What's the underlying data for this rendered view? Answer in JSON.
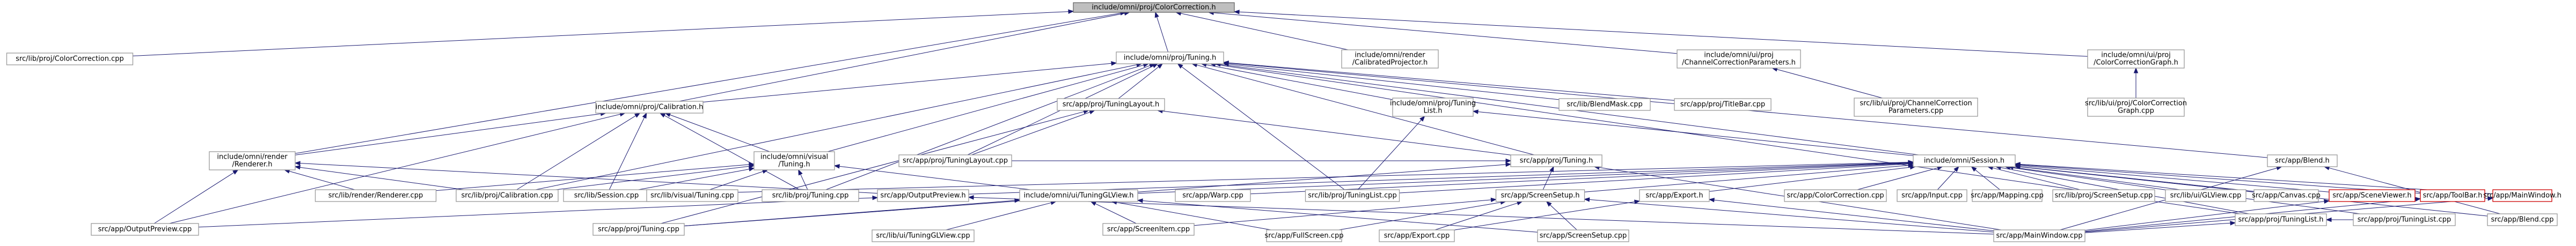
{
  "diagram": {
    "colors": {
      "edge": "#191970",
      "node_border": "#999999",
      "focus_fill": "#bfbfbf",
      "truncated_border": "#cc0000"
    },
    "nodes": [
      {
        "id": "n_cc_h",
        "label": [
          "include/omni/proj/ColorCorrection.h"
        ],
        "kind": "focus"
      },
      {
        "id": "n_lib_cc",
        "label": [
          "src/lib/proj/ColorCorrection.cpp"
        ]
      },
      {
        "id": "n_tuning_h",
        "label": [
          "include/omni/proj/Tuning.h"
        ]
      },
      {
        "id": "n_calproj",
        "label": [
          "include/omni/render",
          "/CalibratedProjector.h"
        ]
      },
      {
        "id": "n_ccp_h",
        "label": [
          "include/omni/ui/proj",
          "/ChannelCorrectionParameters.h"
        ]
      },
      {
        "id": "n_ccg_h",
        "label": [
          "include/omni/ui/proj",
          "/ColorCorrectionGraph.h"
        ]
      },
      {
        "id": "n_calib_h",
        "label": [
          "include/omni/proj/Calibration.h"
        ]
      },
      {
        "id": "n_tlayout_h",
        "label": [
          "src/app/proj/TuningLayout.h"
        ]
      },
      {
        "id": "n_tlist_h",
        "label": [
          "include/omni/proj/Tuning",
          "List.h"
        ]
      },
      {
        "id": "n_blendmask",
        "label": [
          "src/lib/BlendMask.cpp"
        ]
      },
      {
        "id": "n_titlebar",
        "label": [
          "src/app/proj/TitleBar.cpp"
        ]
      },
      {
        "id": "n_ui_ccp_cpp",
        "label": [
          "src/lib/ui/proj/ChannelCorrection",
          "Parameters.cpp"
        ]
      },
      {
        "id": "n_ui_ccg_cpp",
        "label": [
          "src/lib/ui/proj/ColorCorrection",
          "Graph.cpp"
        ]
      },
      {
        "id": "n_renderer_h",
        "label": [
          "include/omni/render",
          "/Renderer.h"
        ]
      },
      {
        "id": "n_visual_h",
        "label": [
          "include/omni/visual",
          "/Tuning.h"
        ]
      },
      {
        "id": "n_tlayout_cpp",
        "label": [
          "src/app/proj/TuningLayout.cpp"
        ]
      },
      {
        "id": "n_app_tuning_h",
        "label": [
          "src/app/proj/Tuning.h"
        ]
      },
      {
        "id": "n_session_h",
        "label": [
          "include/omni/Session.h"
        ]
      },
      {
        "id": "n_app_blend_h",
        "label": [
          "src/app/Blend.h"
        ]
      },
      {
        "id": "n_render_cpp",
        "label": [
          "src/lib/render/Renderer.cpp"
        ]
      },
      {
        "id": "n_lib_calib",
        "label": [
          "src/lib/proj/Calibration.cpp"
        ]
      },
      {
        "id": "n_lib_session",
        "label": [
          "src/lib/Session.cpp"
        ]
      },
      {
        "id": "n_lib_vtuning",
        "label": [
          "src/lib/visual/Tuning.cpp"
        ]
      },
      {
        "id": "n_lib_tuning",
        "label": [
          "src/lib/proj/Tuning.cpp"
        ]
      },
      {
        "id": "n_outprev_h",
        "label": [
          "src/app/OutputPreview.h"
        ]
      },
      {
        "id": "n_tglview_h",
        "label": [
          "include/omni/ui/TuningGLView.h"
        ]
      },
      {
        "id": "n_warp",
        "label": [
          "src/app/Warp.cpp"
        ]
      },
      {
        "id": "n_lib_tlist",
        "label": [
          "src/lib/proj/TuningList.cpp"
        ]
      },
      {
        "id": "n_screensetup_h",
        "label": [
          "src/app/ScreenSetup.h"
        ]
      },
      {
        "id": "n_export_h",
        "label": [
          "src/app/Export.h"
        ]
      },
      {
        "id": "n_colorcorr",
        "label": [
          "src/app/ColorCorrection.cpp"
        ]
      },
      {
        "id": "n_input",
        "label": [
          "src/app/Input.cpp"
        ]
      },
      {
        "id": "n_mapping",
        "label": [
          "src/app/Mapping.cpp"
        ]
      },
      {
        "id": "n_lib_screensetup",
        "label": [
          "src/lib/proj/ScreenSetup.cpp"
        ]
      },
      {
        "id": "n_glview",
        "label": [
          "src/lib/ui/GLView.cpp"
        ]
      },
      {
        "id": "n_canvas",
        "label": [
          "src/app/Canvas.cpp"
        ]
      },
      {
        "id": "n_sceneviewer_h",
        "label": [
          "src/app/SceneViewer.h"
        ],
        "kind": "trunc"
      },
      {
        "id": "n_toolbar_h",
        "label": [
          "src/app/ToolBar.h"
        ],
        "kind": "trunc"
      },
      {
        "id": "n_mainwindow_h",
        "label": [
          "src/app/MainWindow.h"
        ],
        "kind": "trunc"
      },
      {
        "id": "n_app_tlist_cpp",
        "label": [
          "src/app/proj/TuningList.cpp"
        ]
      },
      {
        "id": "n_app_tlist_h",
        "label": [
          "src/app/proj/TuningList.h"
        ]
      },
      {
        "id": "n_blend_cpp",
        "label": [
          "src/app/Blend.cpp"
        ]
      },
      {
        "id": "n_outprev_cpp",
        "label": [
          "src/app/OutputPreview.cpp"
        ]
      },
      {
        "id": "n_app_tuning_cpp",
        "label": [
          "src/app/proj/Tuning.cpp"
        ]
      },
      {
        "id": "n_ui_tglview_cpp",
        "label": [
          "src/lib/ui/TuningGLView.cpp"
        ]
      },
      {
        "id": "n_screenitem",
        "label": [
          "src/app/ScreenItem.cpp"
        ]
      },
      {
        "id": "n_fullscreen",
        "label": [
          "src/app/FullScreen.cpp"
        ]
      },
      {
        "id": "n_export_cpp",
        "label": [
          "src/app/Export.cpp"
        ]
      },
      {
        "id": "n_screensetup_cpp",
        "label": [
          "src/app/ScreenSetup.cpp"
        ]
      },
      {
        "id": "n_mainwindow_cpp",
        "label": [
          "src/app/MainWindow.cpp"
        ]
      }
    ],
    "edges": [
      [
        "n_lib_cc",
        "n_cc_h"
      ],
      [
        "n_tuning_h",
        "n_cc_h"
      ],
      [
        "n_calproj",
        "n_cc_h"
      ],
      [
        "n_ccp_h",
        "n_cc_h"
      ],
      [
        "n_ccg_h",
        "n_cc_h"
      ],
      [
        "n_calib_h",
        "n_cc_h"
      ],
      [
        "n_renderer_h",
        "n_cc_h"
      ],
      [
        "n_calib_h",
        "n_tuning_h"
      ],
      [
        "n_tlayout_h",
        "n_tuning_h"
      ],
      [
        "n_tlist_h",
        "n_tuning_h"
      ],
      [
        "n_blendmask",
        "n_tuning_h"
      ],
      [
        "n_titlebar",
        "n_tuning_h"
      ],
      [
        "n_app_tuning_h",
        "n_tuning_h"
      ],
      [
        "n_session_h",
        "n_tuning_h"
      ],
      [
        "n_app_blend_h",
        "n_tuning_h"
      ],
      [
        "n_visual_h",
        "n_tuning_h"
      ],
      [
        "n_tlayout_cpp",
        "n_tuning_h"
      ],
      [
        "n_lib_tuning",
        "n_tuning_h"
      ],
      [
        "n_lib_calib",
        "n_tuning_h"
      ],
      [
        "n_lib_tlist",
        "n_tuning_h"
      ],
      [
        "n_app_tlist_h",
        "n_tuning_h"
      ],
      [
        "n_ui_ccp_cpp",
        "n_ccp_h"
      ],
      [
        "n_ui_ccg_cpp",
        "n_ccg_h"
      ],
      [
        "n_renderer_h",
        "n_calib_h"
      ],
      [
        "n_visual_h",
        "n_calib_h"
      ],
      [
        "n_lib_calib",
        "n_calib_h"
      ],
      [
        "n_lib_session",
        "n_calib_h"
      ],
      [
        "n_outprev_cpp",
        "n_calib_h"
      ],
      [
        "n_lib_tuning",
        "n_calib_h"
      ],
      [
        "n_tlayout_cpp",
        "n_tlayout_h"
      ],
      [
        "n_app_tuning_h",
        "n_tlayout_h"
      ],
      [
        "n_app_tuning_cpp",
        "n_tlayout_h"
      ],
      [
        "n_session_h",
        "n_tlist_h"
      ],
      [
        "n_lib_tlist",
        "n_tlist_h"
      ],
      [
        "n_render_cpp",
        "n_renderer_h"
      ],
      [
        "n_lib_calib",
        "n_renderer_h"
      ],
      [
        "n_outprev_h",
        "n_renderer_h"
      ],
      [
        "n_outprev_cpp",
        "n_renderer_h"
      ],
      [
        "n_lib_session",
        "n_visual_h"
      ],
      [
        "n_lib_vtuning",
        "n_visual_h"
      ],
      [
        "n_lib_tuning",
        "n_visual_h"
      ],
      [
        "n_tglview_h",
        "n_visual_h"
      ],
      [
        "n_render_cpp",
        "n_visual_h"
      ],
      [
        "n_lib_calib",
        "n_visual_h"
      ],
      [
        "n_tlayout_cpp",
        "n_app_tuning_h"
      ],
      [
        "n_screensetup_h",
        "n_app_tuning_h"
      ],
      [
        "n_app_tuning_cpp",
        "n_app_tuning_h"
      ],
      [
        "n_mainwindow_cpp",
        "n_app_tuning_h"
      ],
      [
        "n_outprev_h",
        "n_session_h"
      ],
      [
        "n_tglview_h",
        "n_session_h"
      ],
      [
        "n_warp",
        "n_session_h"
      ],
      [
        "n_lib_tlist",
        "n_session_h"
      ],
      [
        "n_screensetup_h",
        "n_session_h"
      ],
      [
        "n_export_h",
        "n_session_h"
      ],
      [
        "n_colorcorr",
        "n_session_h"
      ],
      [
        "n_input",
        "n_session_h"
      ],
      [
        "n_mapping",
        "n_session_h"
      ],
      [
        "n_lib_screensetup",
        "n_session_h"
      ],
      [
        "n_glview",
        "n_session_h"
      ],
      [
        "n_canvas",
        "n_session_h"
      ],
      [
        "n_sceneviewer_h",
        "n_session_h"
      ],
      [
        "n_toolbar_h",
        "n_session_h"
      ],
      [
        "n_mainwindow_h",
        "n_session_h"
      ],
      [
        "n_app_tlist_cpp",
        "n_session_h"
      ],
      [
        "n_app_tlist_h",
        "n_session_h"
      ],
      [
        "n_blend_cpp",
        "n_session_h"
      ],
      [
        "n_lib_session",
        "n_session_h"
      ],
      [
        "n_blend_cpp",
        "n_app_blend_h"
      ],
      [
        "n_mainwindow_cpp",
        "n_app_blend_h"
      ],
      [
        "n_outprev_cpp",
        "n_outprev_h"
      ],
      [
        "n_mainwindow_cpp",
        "n_outprev_h"
      ],
      [
        "n_app_tuning_cpp",
        "n_tglview_h"
      ],
      [
        "n_ui_tglview_cpp",
        "n_tglview_h"
      ],
      [
        "n_screenitem",
        "n_tglview_h"
      ],
      [
        "n_fullscreen",
        "n_tglview_h"
      ],
      [
        "n_screensetup_cpp",
        "n_tglview_h"
      ],
      [
        "n_screenitem",
        "n_screensetup_h"
      ],
      [
        "n_fullscreen",
        "n_screensetup_h"
      ],
      [
        "n_screensetup_cpp",
        "n_screensetup_h"
      ],
      [
        "n_export_cpp",
        "n_screensetup_h"
      ],
      [
        "n_mainwindow_cpp",
        "n_screensetup_h"
      ],
      [
        "n_export_cpp",
        "n_export_h"
      ],
      [
        "n_mainwindow_cpp",
        "n_export_h"
      ],
      [
        "n_mainwindow_cpp",
        "n_sceneviewer_h"
      ],
      [
        "n_mainwindow_cpp",
        "n_toolbar_h"
      ],
      [
        "n_mainwindow_cpp",
        "n_mainwindow_h"
      ],
      [
        "n_app_tlist_cpp",
        "n_app_tlist_h"
      ],
      [
        "n_mainwindow_cpp",
        "n_app_tlist_h"
      ]
    ]
  }
}
